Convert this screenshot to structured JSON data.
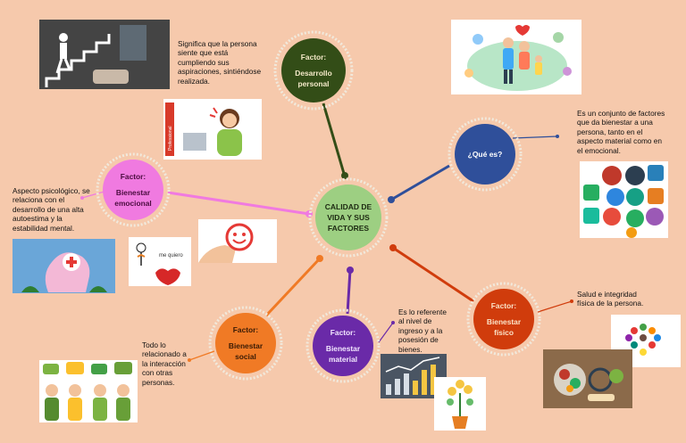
{
  "center": {
    "line1": "CALIDAD DE",
    "line2": "VIDA Y SUS",
    "line3": "FACTORES"
  },
  "nodes": {
    "personal": {
      "label": "Factor:",
      "line1": "Desarrollo",
      "line2": "personal"
    },
    "que_es": {
      "label": "¿Qué es?"
    },
    "emocional": {
      "label": "Factor:",
      "line1": "Bienestar",
      "line2": "emocional"
    },
    "fisico": {
      "label": "Factor:",
      "line1": "Bienestar",
      "line2": "físico"
    },
    "material": {
      "label": "Factor:",
      "line1": "Bienestar",
      "line2": "material"
    },
    "social": {
      "label": "Factor:",
      "line1": "Bienestar",
      "line2": "social"
    }
  },
  "descriptions": {
    "personal": [
      "Significa que la persona",
      "siente que está",
      "cumpliendo sus",
      "aspiraciones, sintiéndose",
      "realizada."
    ],
    "que_es": [
      "Es un conjunto de factores",
      "que da bienestar a una",
      "persona, tanto en el",
      "aspecto material como en",
      "el emocional."
    ],
    "emocional": [
      "Aspecto psicológico, se",
      "relaciona con el",
      "desarrollo de una alta",
      "autoestima y la",
      "estabilidad mental."
    ],
    "fisico": [
      "Salud e integridad",
      "física de la persona."
    ],
    "material": [
      "Es lo referente",
      "al nivel de",
      "ingreso y a la",
      "posesión de",
      "bienes."
    ],
    "social": [
      "Todo lo",
      "relacionado a",
      "la interacción",
      "con otras",
      "personas."
    ]
  },
  "image_text": {
    "professional_tag": "Professional",
    "self_love": "me quiero"
  },
  "colors": {
    "background": "#f6c9ac",
    "center": "#9dcf82",
    "personal": "#334d17",
    "que_es": "#2f4f9a",
    "emocional": "#f07ae0",
    "fisico": "#d03c0c",
    "material": "#6a2aa8",
    "social": "#f07a25"
  }
}
